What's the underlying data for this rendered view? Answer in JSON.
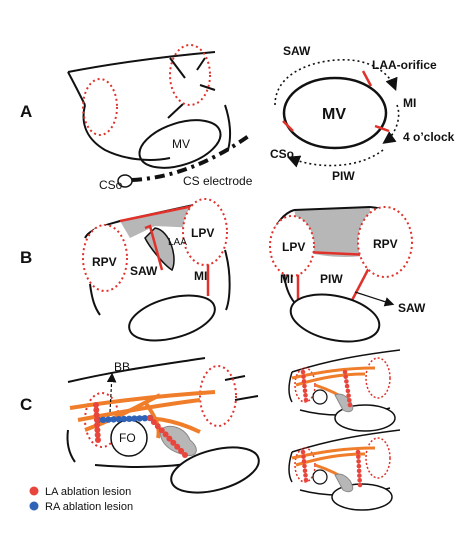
{
  "panels": {
    "a": {
      "letter": "A",
      "mv": "MV",
      "cso": "CSo",
      "cs_electrode": "CS electrode",
      "ring": {
        "saw": "SAW",
        "laa_orifice": "LAA-orifice",
        "mi": "MI",
        "mv": "MV",
        "four_oclock": "4 o’clock",
        "cso": "CSo",
        "piw": "PIW"
      }
    },
    "b": {
      "letter": "B",
      "left": {
        "rpv": "RPV",
        "laa": "LAA",
        "lpv": "LPV",
        "saw": "SAW",
        "mi": "MI"
      },
      "right": {
        "lpv": "LPV",
        "rpv": "RPV",
        "mi": "MI",
        "piw": "PIW",
        "saw": "SAW"
      }
    },
    "c": {
      "letter": "C",
      "bb": "BB",
      "fo": "FO"
    }
  },
  "legend": {
    "la": "LA ablation lesion",
    "ra": "RA ablation lesion"
  },
  "colors": {
    "red_line": "#e0322b",
    "lesion_red": "#e8453c",
    "lesion_blue": "#2f63b8",
    "orange": "#f07d2a",
    "gray_fill": "#b7b7b7",
    "frame_bg": "#dfe4ee"
  }
}
